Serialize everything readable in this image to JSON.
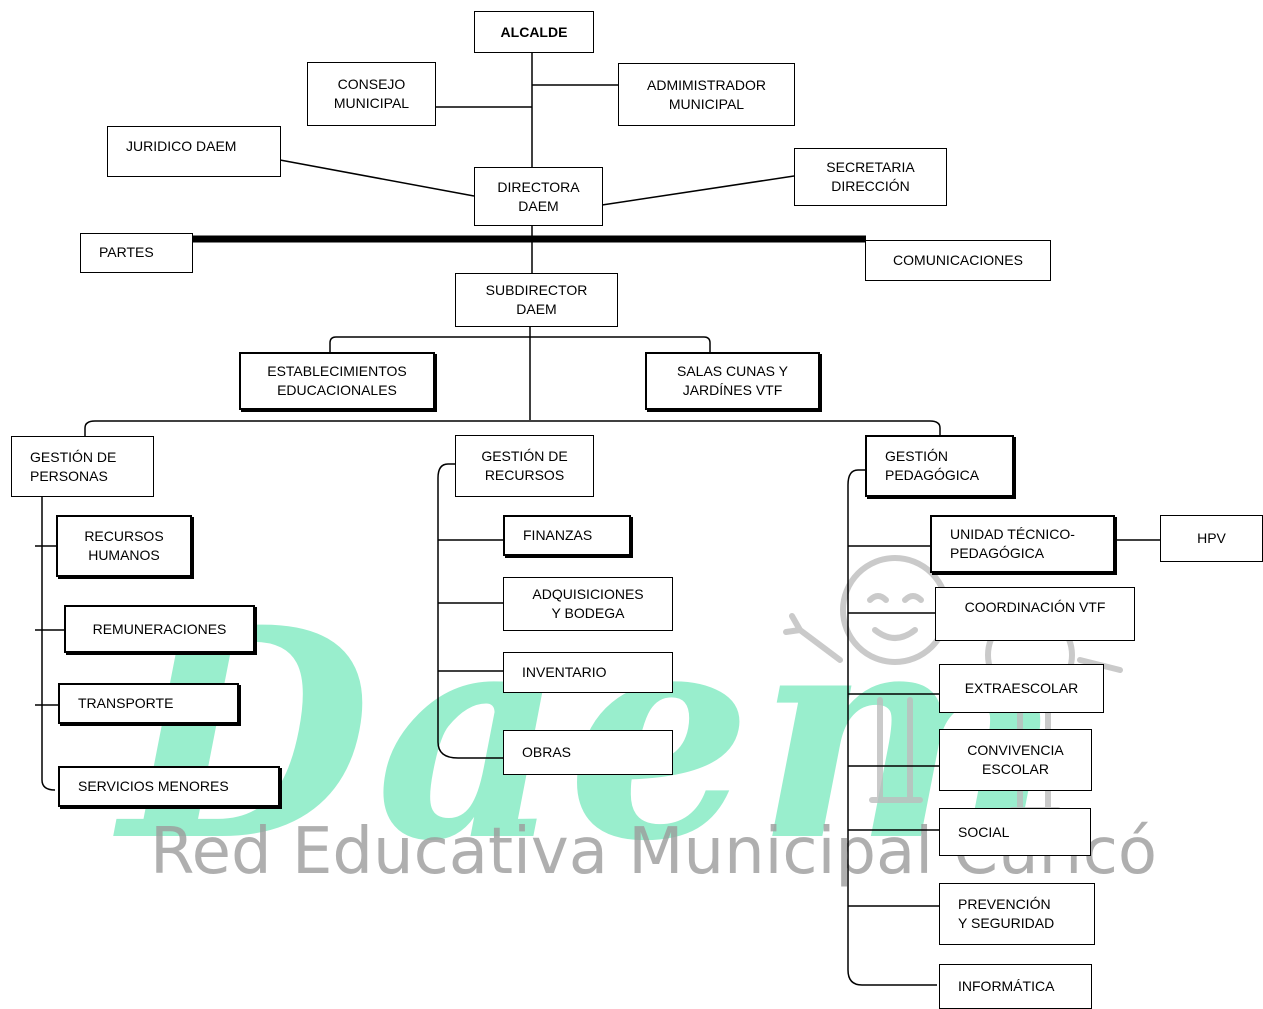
{
  "watermark": {
    "logo": "Daem",
    "name": "Red Educativa Municipal Curicó",
    "color": "#6fe7b9"
  },
  "org": {
    "alcalde": "ALCALDE",
    "consejo": "CONSEJO\nMUNICIPAL",
    "administrador": "ADMIMISTRADOR\nMUNICIPAL",
    "juridico": "JURIDICO DAEM",
    "directora": "DIRECTORA\nDAEM",
    "secretaria": "SECRETARIA\nDIRECCIÓN",
    "partes": "PARTES",
    "comunicaciones": "COMUNICACIONES",
    "subdirector": "SUBDIRECTOR\nDAEM",
    "establecimientos": "ESTABLECIMIENTOS\nEDUCACIONALES",
    "salas": "SALAS CUNAS Y\nJARDÍNES VTF",
    "personas": {
      "title": "GESTIÓN DE\nPERSONAS",
      "items": [
        "RECURSOS\nHUMANOS",
        "REMUNERACIONES",
        "TRANSPORTE",
        "SERVICIOS MENORES"
      ]
    },
    "recursos": {
      "title": "GESTIÓN DE\nRECURSOS",
      "items": [
        "FINANZAS",
        "ADQUISICIONES\nY BODEGA",
        "INVENTARIO",
        "OBRAS"
      ]
    },
    "pedagogica": {
      "title": "GESTIÓN\nPEDAGÓGICA",
      "items": [
        "UNIDAD TÉCNICO-\nPEDAGÓGICA",
        "COORDINACIÓN VTF",
        "EXTRAESCOLAR",
        "CONVIVENCIA\nESCOLAR",
        "SOCIAL",
        "PREVENCIÓN\nY SEGURIDAD",
        "INFORMÁTICA"
      ],
      "hpv": "HPV"
    }
  }
}
